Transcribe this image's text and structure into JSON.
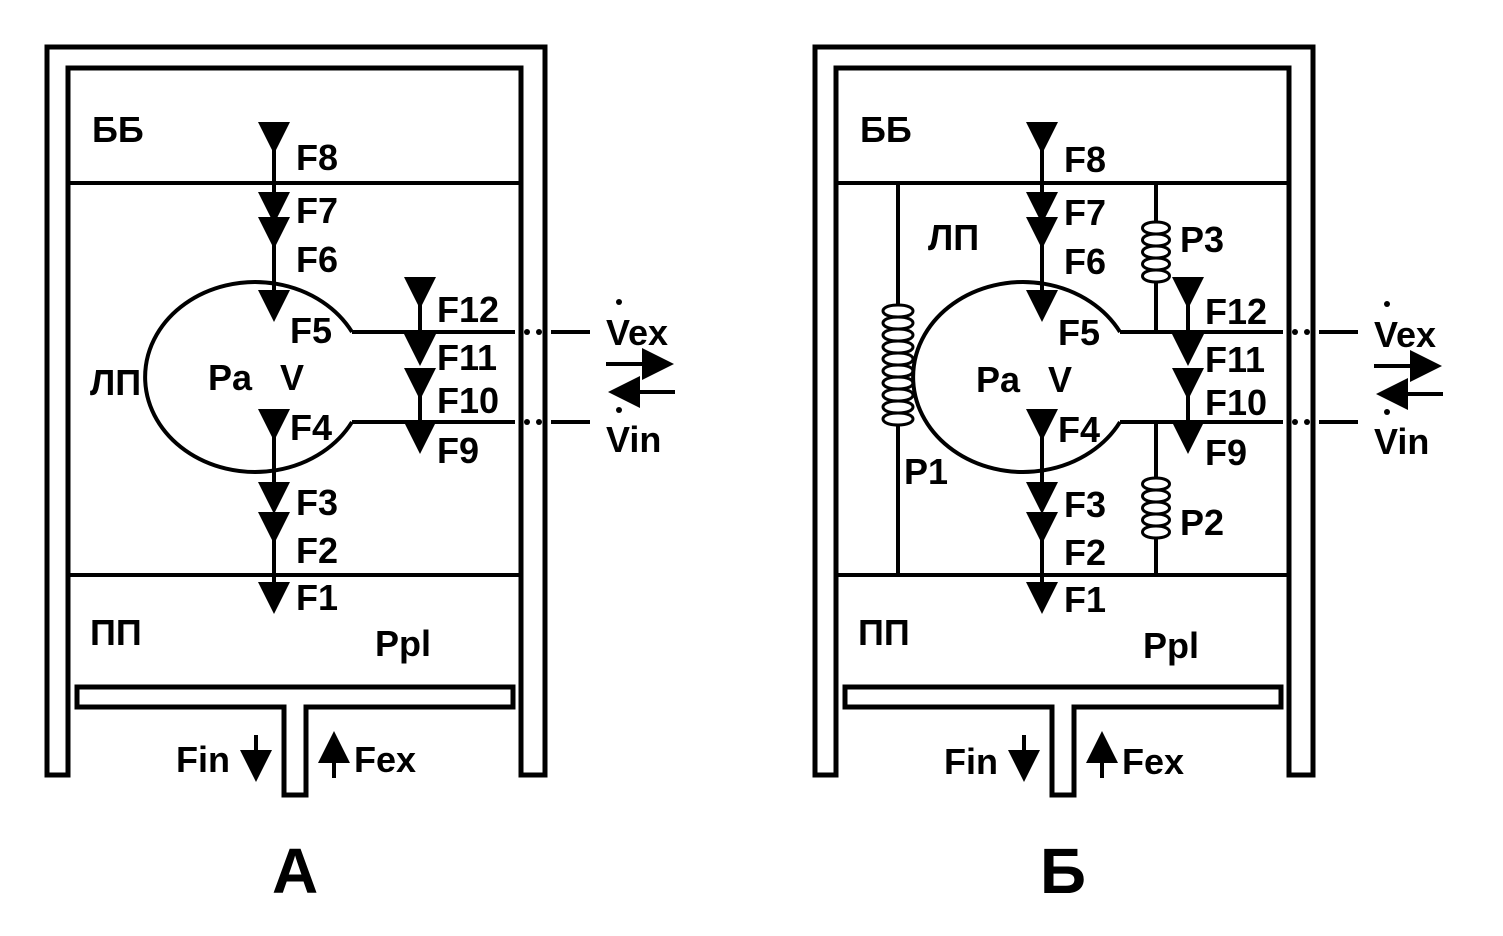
{
  "colors": {
    "ink": "#000000",
    "background": "#ffffff"
  },
  "panels": [
    {
      "caption": "А",
      "compartments": {
        "top": "ББ",
        "middle": "ЛП",
        "bottom": "ПП"
      },
      "alveolus": {
        "pressure": "Pa",
        "volume": "V"
      },
      "pleural_pressure": "Ppl",
      "flows": [
        "F1",
        "F2",
        "F3",
        "F4",
        "F5",
        "F6",
        "F7",
        "F8",
        "F9",
        "F10",
        "F11",
        "F12"
      ],
      "airflow": {
        "expiratory": "Vex",
        "inspiratory": "Vin"
      },
      "piston_flows": {
        "in": "Fin",
        "out": "Fex"
      }
    },
    {
      "caption": "Б",
      "compartments": {
        "top": "ББ",
        "middle": "ЛП",
        "bottom": "ПП"
      },
      "alveolus": {
        "pressure": "Pa",
        "volume": "V"
      },
      "pleural_pressure": "Ppl",
      "flows": [
        "F1",
        "F2",
        "F3",
        "F4",
        "F5",
        "F6",
        "F7",
        "F8",
        "F9",
        "F10",
        "F11",
        "F12"
      ],
      "airflow": {
        "expiratory": "Vex",
        "inspiratory": "Vin"
      },
      "piston_flows": {
        "in": "Fin",
        "out": "Fex"
      },
      "springs": [
        "P1",
        "P2",
        "P3"
      ]
    }
  ]
}
